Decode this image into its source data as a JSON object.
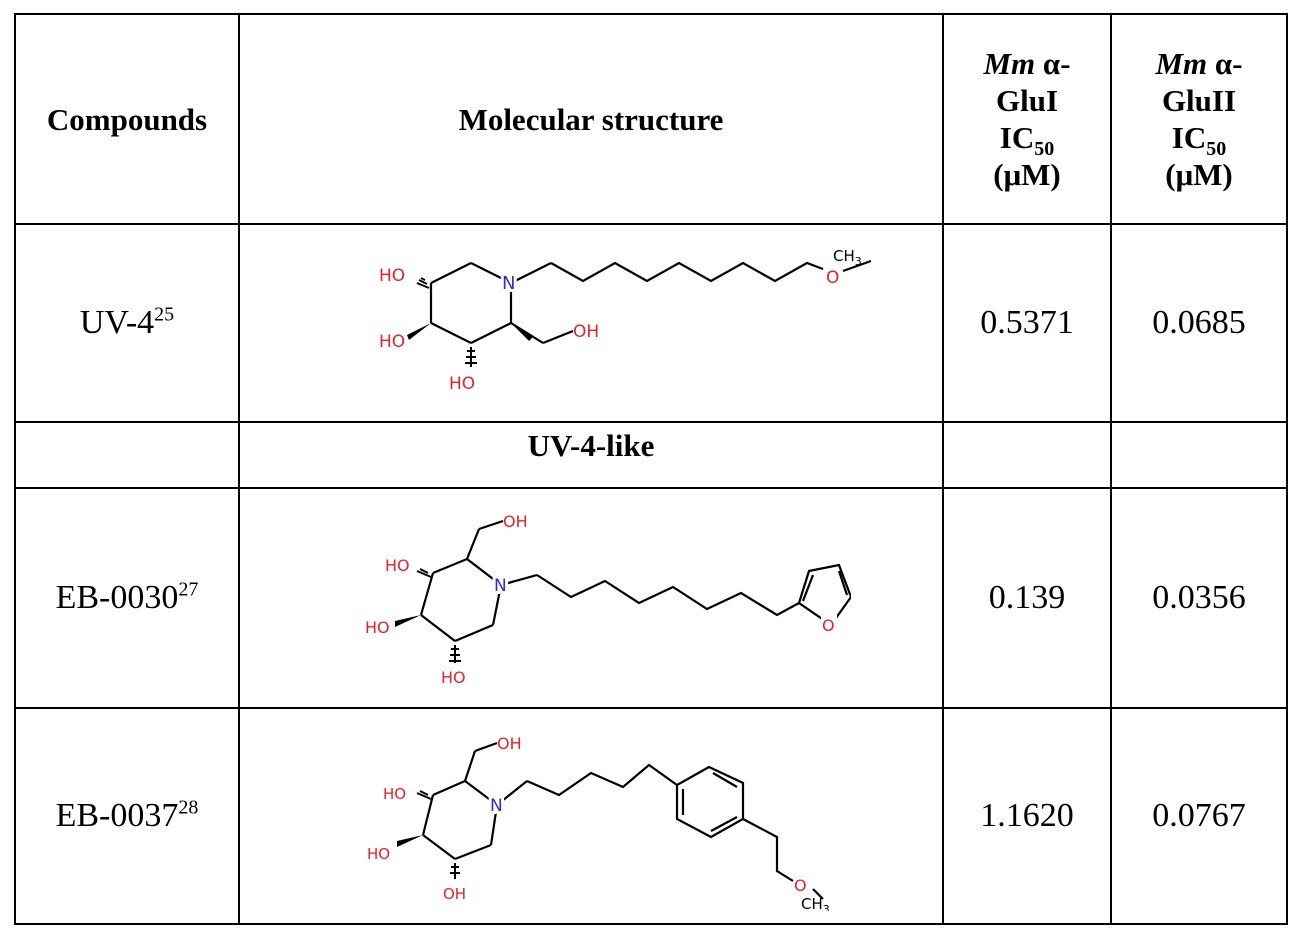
{
  "table": {
    "headers": {
      "compounds": "Compounds",
      "structure": "Molecular structure",
      "glu1": {
        "italic": "Mm",
        "alpha": "α-",
        "name": "GluI",
        "ic": "IC",
        "sub": "50",
        "unit": "(μM)"
      },
      "glu2": {
        "italic": "Mm",
        "alpha": "α-",
        "name": "GluII",
        "ic": "IC",
        "sub": "50",
        "unit": "(μM)"
      }
    },
    "section_label": "UV-4-like",
    "rows": [
      {
        "name": "UV-4",
        "ref": "25",
        "glu1": "0.5371",
        "glu2": "0.0685"
      },
      {
        "name": "EB-0030",
        "ref": "27",
        "glu1": "0.139",
        "glu2": "0.0356"
      },
      {
        "name": "EB-0037",
        "ref": "28",
        "glu1": "1.1620",
        "glu2": "0.0767"
      }
    ]
  },
  "structures": {
    "ho": "HO",
    "oh": "OH",
    "n": "N",
    "o": "O",
    "ch3": "CH",
    "ch3_sub": "3"
  },
  "colors": {
    "oxygen": "#e8202a",
    "nitrogen": "#2a2fc8",
    "bond": "#000000"
  }
}
